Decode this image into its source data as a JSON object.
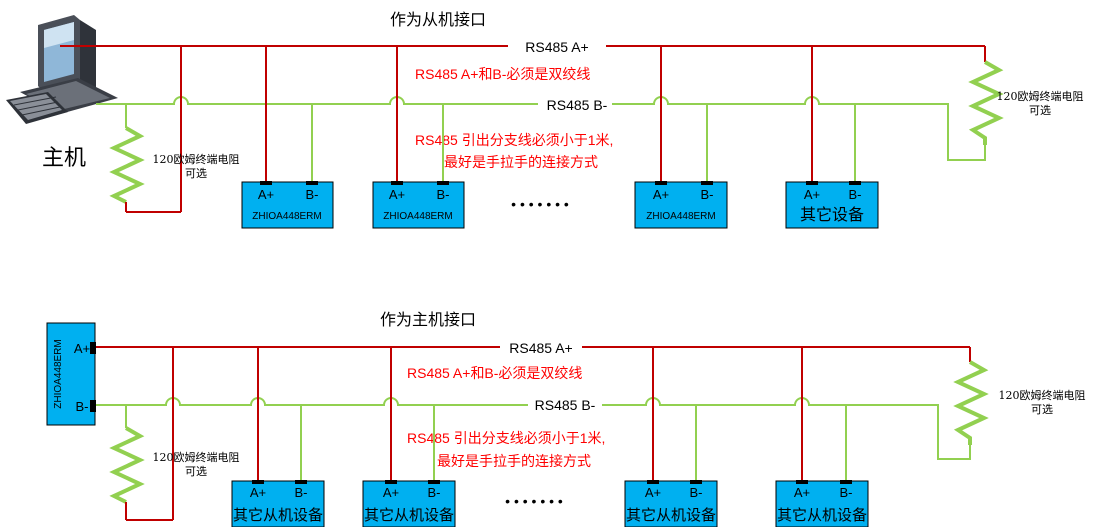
{
  "colors": {
    "a_line": "#c00000",
    "b_line": "#92d050",
    "device_fill": "#00b0f0",
    "device_stroke": "#000000",
    "note_text": "#ff0000",
    "label_text": "#000000"
  },
  "top": {
    "title": "作为从机接口",
    "host_label": "主机",
    "line_a_label": "RS485 A+",
    "line_b_label": "RS485 B-",
    "note_twisted": "RS485 A+和B-必须是双绞线",
    "note_branch_1": "RS485 引出分支线必须小于1米,",
    "note_branch_2": "最好是手拉手的连接方式",
    "resistor_left_1": "120欧姆终端电阻",
    "resistor_left_2": "可选",
    "resistor_right_1": "120欧姆终端电阻",
    "resistor_right_2": "可选",
    "terminal_a": "A+",
    "terminal_b": "B-",
    "devices": [
      "ZHIOA448ERM",
      "ZHIOA448ERM",
      "ZHIOA448ERM",
      "其它设备"
    ],
    "ellipsis": "• • • • • • •"
  },
  "bottom": {
    "title": "作为主机接口",
    "master_label": "ZHIOA448ERM",
    "line_a_label": "RS485 A+",
    "line_b_label": "RS485 B-",
    "note_twisted": "RS485 A+和B-必须是双绞线",
    "note_branch_1": "RS485 引出分支线必须小于1米,",
    "note_branch_2": "最好是手拉手的连接方式",
    "resistor_left_1": "120欧姆终端电阻",
    "resistor_left_2": "可选",
    "resistor_right_1": "120欧姆终端电阻",
    "resistor_right_2": "可选",
    "terminal_a": "A+",
    "terminal_b": "B-",
    "devices": [
      "其它从机设备",
      "其它从机设备",
      "其它从机设备",
      "其它从机设备"
    ],
    "ellipsis": "• • • • • • •"
  }
}
